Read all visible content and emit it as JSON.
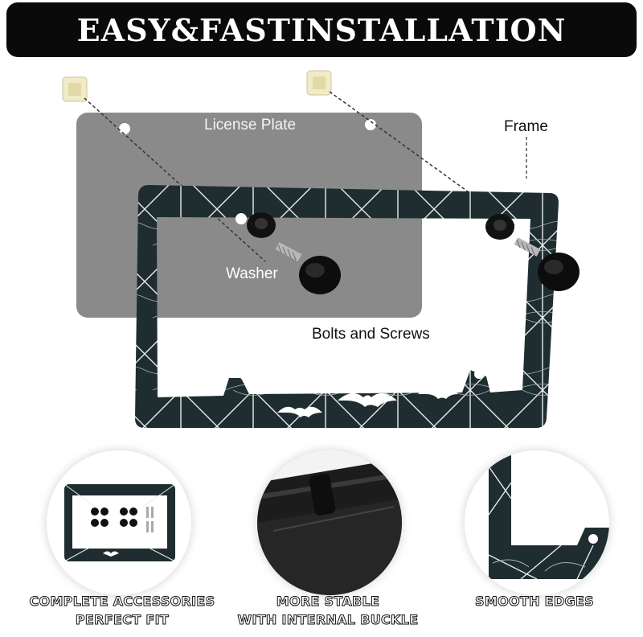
{
  "banner": {
    "title": "EASY&FASTINSTALLATION"
  },
  "diagram": {
    "license_plate_label": "License Plate",
    "frame_label": "Frame",
    "washer_label": "Washer",
    "bolts_label": "Bolts and Screws"
  },
  "features": [
    {
      "line1": "COMPLETE ACCESSORIES",
      "line2": "PERFECT FIT"
    },
    {
      "line1": "MORE STABLE",
      "line2": "WITH INTERNAL BUCKLE"
    },
    {
      "line1": "SMOOTH EDGES",
      "line2": ""
    }
  ],
  "colors": {
    "banner_bg": "#0a0a0a",
    "plate_gray": "#8a8a8a",
    "frame_dark": "#1f2d30",
    "web_white": "#e8ecec"
  }
}
